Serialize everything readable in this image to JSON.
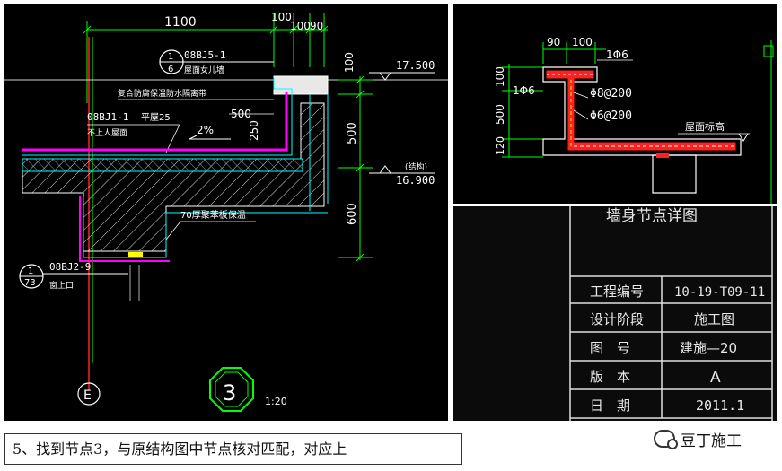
{
  "main_drawing": {
    "dims_top": [
      "1100",
      "100",
      "100",
      "90"
    ],
    "dims_right": [
      "100",
      "500",
      "600"
    ],
    "elevation_top": "17.500",
    "elevation_mid_note": "(结构)",
    "elevation_mid": "16.900",
    "callout_1": {
      "top": "1",
      "bottom": "6",
      "code": "08BJ5-1",
      "desc": "屋面女儿墙"
    },
    "note_waterproof": "复合防腐保温防水隔离带",
    "callout_2": {
      "code": "08BJ1-1",
      "suffix": "平屋25",
      "desc": "不上人屋面"
    },
    "slope": "2%",
    "dim_inner_500": "500",
    "dim_inner_250": "250",
    "insulation_note": "70厚聚苯板保温",
    "callout_3": {
      "top": "1",
      "bottom": "73",
      "code": "08BJ2-9",
      "desc": "窗上口"
    },
    "axis_label": "E",
    "node_number": "3",
    "scale": "1:20"
  },
  "detail_drawing": {
    "dims_top": [
      "90",
      "100"
    ],
    "rebar_top": "1Φ6",
    "dims_left": [
      "100",
      "500",
      "120"
    ],
    "rebar_left": "1Φ6",
    "rebar_1": "Φ8@200",
    "rebar_2": "Φ6@200",
    "roof_label": "屋面标高"
  },
  "title_block": {
    "title": "墙身节点详图",
    "rows": [
      {
        "label": "工程编号",
        "value": "10-19-T09-11"
      },
      {
        "label": "设计阶段",
        "value": "施工图"
      },
      {
        "label": "图　号",
        "value": "建施—20"
      },
      {
        "label": "版　本",
        "value": "A"
      },
      {
        "label": "日　期",
        "value": "2011.1"
      }
    ]
  },
  "caption": "5、找到节点3，与原结构图中节点核对匹配，对应上",
  "watermark": "豆丁施工"
}
